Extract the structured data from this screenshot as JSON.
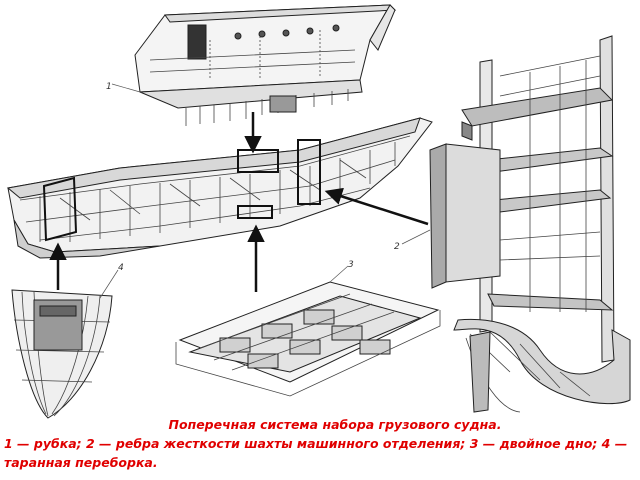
{
  "callouts": {
    "wheelhouse": "1",
    "stiffeners": "2",
    "double_bottom": "3",
    "collision_bulkhead": "4"
  },
  "caption": {
    "title": "Поперечная система набора грузового судна.",
    "legend": "1 — рубка; 2 — ребра жесткости шахты машинного отделения; 3 — двойное дно; 4 — таранная переборка."
  },
  "colors": {
    "line": "#222222",
    "arrow": "#111111",
    "caption": "#e00000"
  }
}
